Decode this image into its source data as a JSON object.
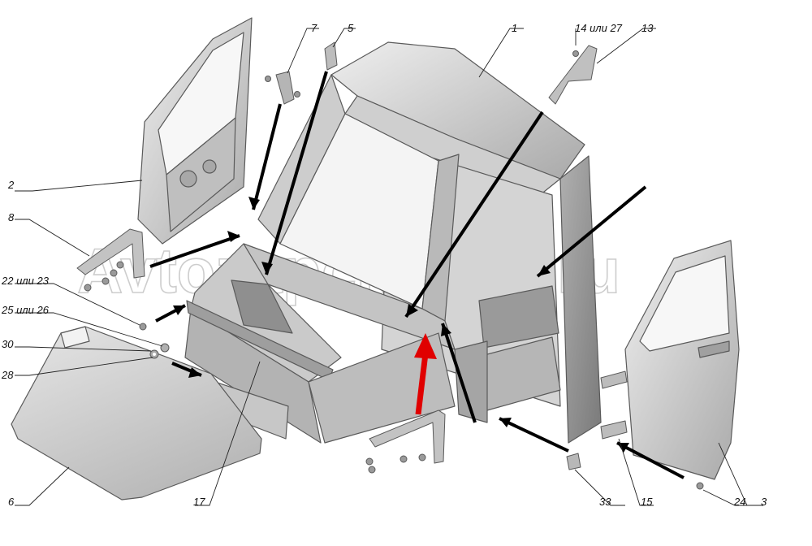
{
  "watermark": "Avtozapchasti9.ru",
  "colors": {
    "part_fill": "#d9d9d9",
    "part_dark": "#8e8e8e",
    "edge": "#5a5a5a",
    "arrow": "#000000",
    "highlight_arrow": "#e00000"
  },
  "callouts": [
    {
      "id": "c1",
      "label": "1"
    },
    {
      "id": "c2",
      "label": "2"
    },
    {
      "id": "c3",
      "label": "3"
    },
    {
      "id": "c5",
      "label": "5"
    },
    {
      "id": "c6",
      "label": "6"
    },
    {
      "id": "c7",
      "label": "7"
    },
    {
      "id": "c8",
      "label": "8"
    },
    {
      "id": "c13",
      "label": "13"
    },
    {
      "id": "c14",
      "label": "14 или 27"
    },
    {
      "id": "c15",
      "label": "15"
    },
    {
      "id": "c17",
      "label": "17"
    },
    {
      "id": "c22",
      "label": "22 или 23"
    },
    {
      "id": "c24",
      "label": "24"
    },
    {
      "id": "c25",
      "label": "25 или 26"
    },
    {
      "id": "c28",
      "label": "28"
    },
    {
      "id": "c30",
      "label": "30"
    },
    {
      "id": "c33",
      "label": "33"
    }
  ]
}
